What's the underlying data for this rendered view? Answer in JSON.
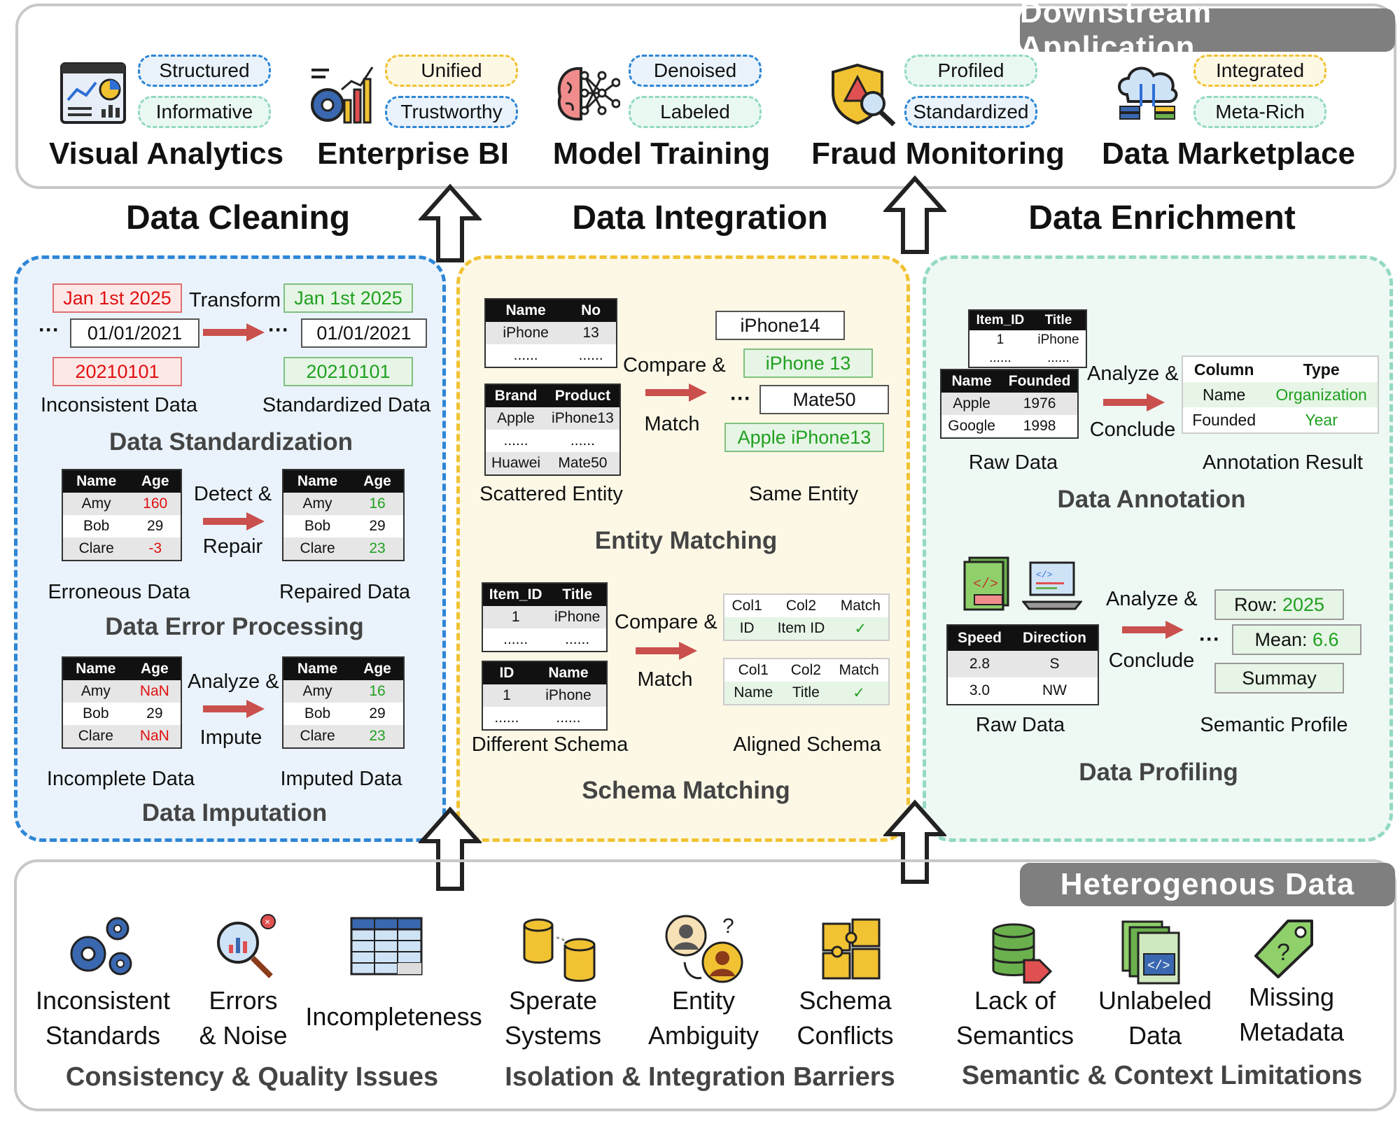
{
  "downstream": {
    "tag": "Downstream Application",
    "apps": [
      {
        "title": "Visual Analytics",
        "icon": "visual-analytics-icon",
        "tags": [
          "Structured",
          "Informative"
        ]
      },
      {
        "title": "Enterprise BI",
        "icon": "enterprise-bi-icon",
        "tags": [
          "Unified",
          "Trustworthy"
        ]
      },
      {
        "title": "Model Training",
        "icon": "brain-network-icon",
        "tags": [
          "Denoised",
          "Labeled"
        ]
      },
      {
        "title": "Fraud Monitoring",
        "icon": "fraud-shield-icon",
        "tags": [
          "Profiled",
          "Standardized"
        ]
      },
      {
        "title": "Data Marketplace",
        "icon": "cloud-data-icon",
        "tags": [
          "Integrated",
          "Meta-Rich"
        ]
      }
    ]
  },
  "sections": {
    "cleaning": "Data Cleaning",
    "integration": "Data Integration",
    "enrichment": "Data Enrichment"
  },
  "cleaning": {
    "standardization": {
      "title": "Data Standardization",
      "left": [
        "Jan 1st 2025",
        "01/01/2021",
        "20210101"
      ],
      "right": [
        "Jan 1st 2025",
        "01/01/2021",
        "20210101"
      ],
      "arrow": "Transform",
      "left_label": "Inconsistent Data",
      "right_label": "Standardized Data",
      "ellipsis": "···"
    },
    "error": {
      "title": "Data Error Processing",
      "arrow1": "Detect &",
      "arrow2": "Repair",
      "left_label": "Erroneous Data",
      "right_label": "Repaired Data",
      "headers": [
        "Name",
        "Age"
      ],
      "left_rows": [
        [
          "Amy",
          "160"
        ],
        [
          "Bob",
          "29"
        ],
        [
          "Clare",
          "-3"
        ]
      ],
      "right_rows": [
        [
          "Amy",
          "16"
        ],
        [
          "Bob",
          "29"
        ],
        [
          "Clare",
          "23"
        ]
      ]
    },
    "imputation": {
      "title": "Data Imputation",
      "arrow1": "Analyze &",
      "arrow2": "Impute",
      "left_label": "Incomplete Data",
      "right_label": "Imputed Data",
      "headers": [
        "Name",
        "Age"
      ],
      "left_rows": [
        [
          "Amy",
          "NaN"
        ],
        [
          "Bob",
          "29"
        ],
        [
          "Clare",
          "NaN"
        ]
      ],
      "right_rows": [
        [
          "Amy",
          "16"
        ],
        [
          "Bob",
          "29"
        ],
        [
          "Clare",
          "23"
        ]
      ]
    }
  },
  "integration": {
    "entity": {
      "title": "Entity Matching",
      "arrow1": "Compare &",
      "arrow2": "Match",
      "left_label": "Scattered Entity",
      "right_label": "Same Entity",
      "t1_headers": [
        "Name",
        "No"
      ],
      "t1_rows": [
        [
          "iPhone",
          "13"
        ],
        [
          "......",
          "......"
        ]
      ],
      "t2_headers": [
        "Brand",
        "Product"
      ],
      "t2_rows": [
        [
          "Apple",
          "iPhone13"
        ],
        [
          "......",
          "......"
        ],
        [
          "Huawei",
          "Mate50"
        ]
      ],
      "entities": [
        "iPhone14",
        "iPhone 13",
        "Mate50",
        "Apple iPhone13"
      ],
      "ellipsis": "···"
    },
    "schema": {
      "title": "Schema Matching",
      "arrow1": "Compare &",
      "arrow2": "Match",
      "left_label": "Different Schema",
      "right_label": "Aligned Schema",
      "t1_headers": [
        "Item_ID",
        "Title"
      ],
      "t1_rows": [
        [
          "1",
          "iPhone"
        ],
        [
          "......",
          "......"
        ]
      ],
      "t2_headers": [
        "ID",
        "Name"
      ],
      "t2_rows": [
        [
          "1",
          "iPhone"
        ],
        [
          "......",
          "......"
        ]
      ],
      "a1_headers": [
        "Col1",
        "Col2",
        "Match"
      ],
      "a1_row": [
        "ID",
        "Item ID",
        "✓"
      ],
      "a2_headers": [
        "Col1",
        "Col2",
        "Match"
      ],
      "a2_row": [
        "Name",
        "Title",
        "✓"
      ]
    }
  },
  "enrichment": {
    "annotation": {
      "title": "Data Annotation",
      "arrow1": "Analyze &",
      "arrow2": "Conclude",
      "left_label": "Raw Data",
      "right_label": "Annotation Result",
      "t1_headers": [
        "Item_ID",
        "Title"
      ],
      "t1_rows": [
        [
          "1",
          "iPhone"
        ],
        [
          "......",
          "......"
        ]
      ],
      "t2_headers": [
        "Name",
        "Founded"
      ],
      "t2_rows": [
        [
          "Apple",
          "1976"
        ],
        [
          "Google",
          "1998"
        ]
      ],
      "r_headers": [
        "Column",
        "Type"
      ],
      "r_rows": [
        [
          "Name",
          "Organization"
        ],
        [
          "Founded",
          "Year"
        ]
      ]
    },
    "profiling": {
      "title": "Data Profiling",
      "arrow1": "Analyze &",
      "arrow2": "Conclude",
      "left_label": "Raw Data",
      "right_label": "Semantic Profile",
      "headers": [
        "Speed",
        "Direction"
      ],
      "rows": [
        [
          "2.8",
          "S"
        ],
        [
          "3.0",
          "NW"
        ]
      ],
      "row_key": "Row:",
      "row_val": "2025",
      "mean_key": "Mean:",
      "mean_val": "6.6",
      "summary": "Summay",
      "ellipsis": "···"
    }
  },
  "heterogenous": {
    "tag": "Heterogenous Data",
    "categories": [
      "Consistency & Quality Issues",
      "Isolation & Integration Barriers",
      "Semantic & Context Limitations"
    ],
    "items": [
      {
        "l1": "Inconsistent",
        "l2": "Standards",
        "icon": "gears-icon"
      },
      {
        "l1": "Errors",
        "l2": "& Noise",
        "icon": "magnifier-chart-icon"
      },
      {
        "l1": "Incompleteness",
        "l2": "",
        "icon": "spreadsheet-icon"
      },
      {
        "l1": "Sperate",
        "l2": "Systems",
        "icon": "databases-icon"
      },
      {
        "l1": "Entity",
        "l2": "Ambiguity",
        "icon": "people-question-icon"
      },
      {
        "l1": "Schema",
        "l2": "Conflicts",
        "icon": "puzzle-icon"
      },
      {
        "l1": "Lack of",
        "l2": "Semantics",
        "icon": "database-tag-icon"
      },
      {
        "l1": "Unlabeled",
        "l2": "Data",
        "icon": "code-files-icon"
      },
      {
        "l1": "Missing",
        "l2": "Metadata",
        "icon": "tag-question-icon"
      }
    ]
  },
  "colors": {
    "blue": "#2e86d6",
    "yellow": "#f1c232",
    "teal": "#93d9c1",
    "arrow": "#c9504d"
  }
}
